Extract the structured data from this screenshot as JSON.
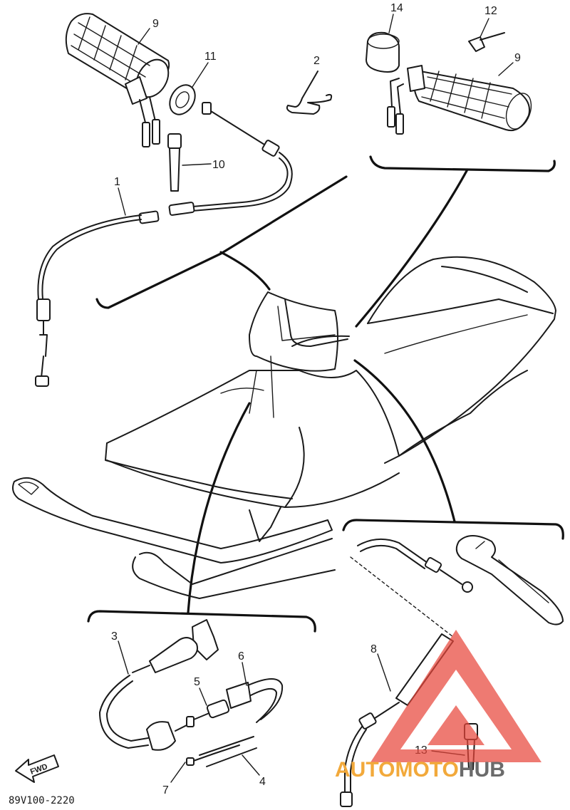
{
  "diagram": {
    "part_labels": {
      "p1": "1",
      "p2": "2",
      "p3": "3",
      "p4": "4",
      "p5": "5",
      "p6": "6",
      "p7": "7",
      "p8": "8",
      "p9a": "9",
      "p9b": "9",
      "p10": "10",
      "p11": "11",
      "p12": "12",
      "p13": "13",
      "p14": "14"
    },
    "direction_label": "FWD",
    "diagram_code": "89V100-2220"
  },
  "watermark": {
    "text_a": "AUTOMOTO",
    "text_b": "HUB",
    "color_a": "#f2a93b",
    "color_b": "#6b6b6b",
    "logo_color": "#e8473c"
  }
}
